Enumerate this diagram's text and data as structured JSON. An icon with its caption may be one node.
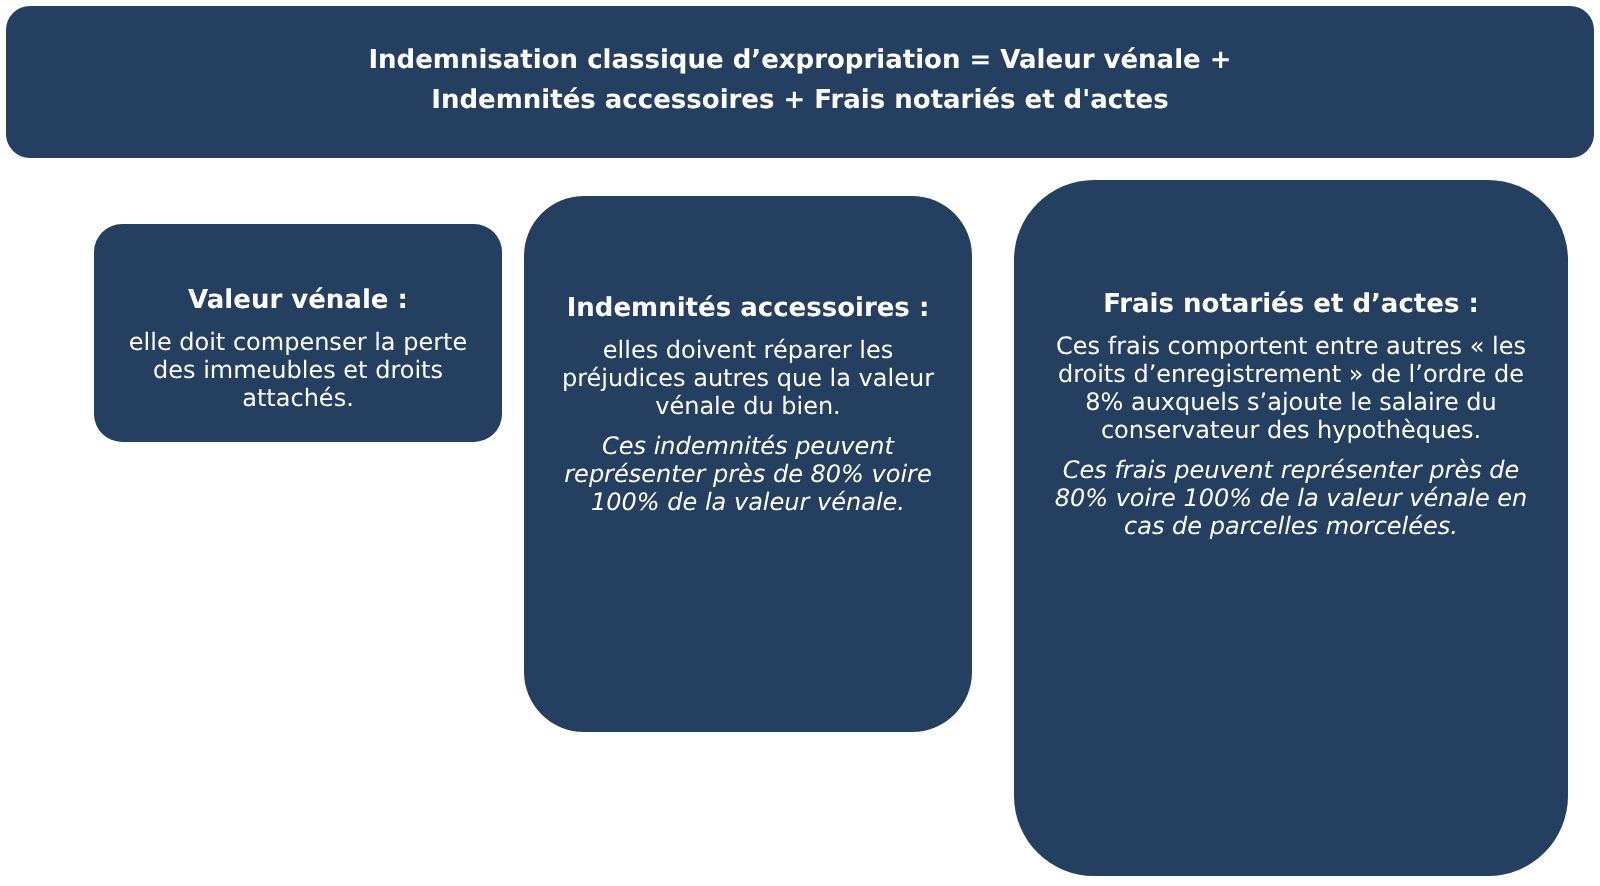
{
  "diagram": {
    "nodes": [
      {
        "text": [
          "Indemnisation classique d’expropriation = Valeur vénale + Indemnités accessoires + Frais notariés et d'actes"
        ]
      },
      {
        "text": [
          "Valeur vénale :",
          "elle doit compenser la perte des immeubles et droits attachés."
        ]
      },
      {
        "text": [
          "Indemnités accessoires :",
          "elles doivent réparer les préjudices autres que la valeur vénale du bien.",
          "Ces indemnités peuvent représenter près de 80% voire 100% de la valeur vénale."
        ]
      },
      {
        "text": [
          "Frais notariés et d’actes :",
          "Ces frais comportent entre autres « les droits d’enregistrement » de l’ordre de 8% auxquels s’ajoute le salaire du conservateur des hypothèques.",
          "Ces frais peuvent représenter près de 80% voire 100% de la valeur vénale en cas de parcelles morcelées."
        ]
      }
    ]
  }
}
